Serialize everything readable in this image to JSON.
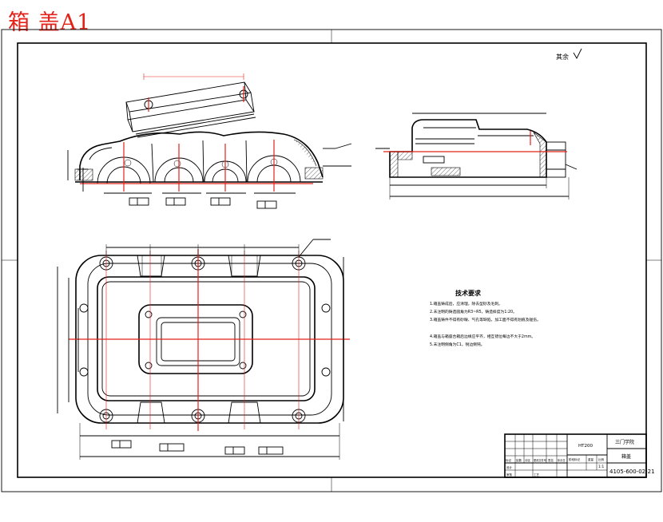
{
  "stamp_title": "箱 盖A1",
  "surface_note": "其余",
  "tech_requirements": {
    "heading": "技术要求",
    "lines": [
      "1.箱盖铸成后，应清理，除去型砂及毛刺。",
      "2.未注明的铸造圆角为R3~R5，铸造斜度为1:20。",
      "3.箱盖铸件不得有砂眼、气孔等缺陷，加工面不得有划痕及碰伤。",
      "4.箱盖与箱座合箱后边缘应平齐，相互错位每边不大于2mm。",
      "5.未注明倒角为C1，锐边倒钝。"
    ]
  },
  "title_block": {
    "material": "HT200",
    "school": "三门学院",
    "part_name": "箱盖",
    "drawing_no": "4105-600-02-21",
    "scale": "1:1",
    "left_headers": [
      "标记",
      "处数",
      "分区",
      "更改文件号",
      "签名",
      "年月日"
    ],
    "left_rows": [
      "设计",
      "审核",
      "工艺"
    ],
    "mid_labels": [
      "阶段标记",
      "重量",
      "比例"
    ]
  }
}
